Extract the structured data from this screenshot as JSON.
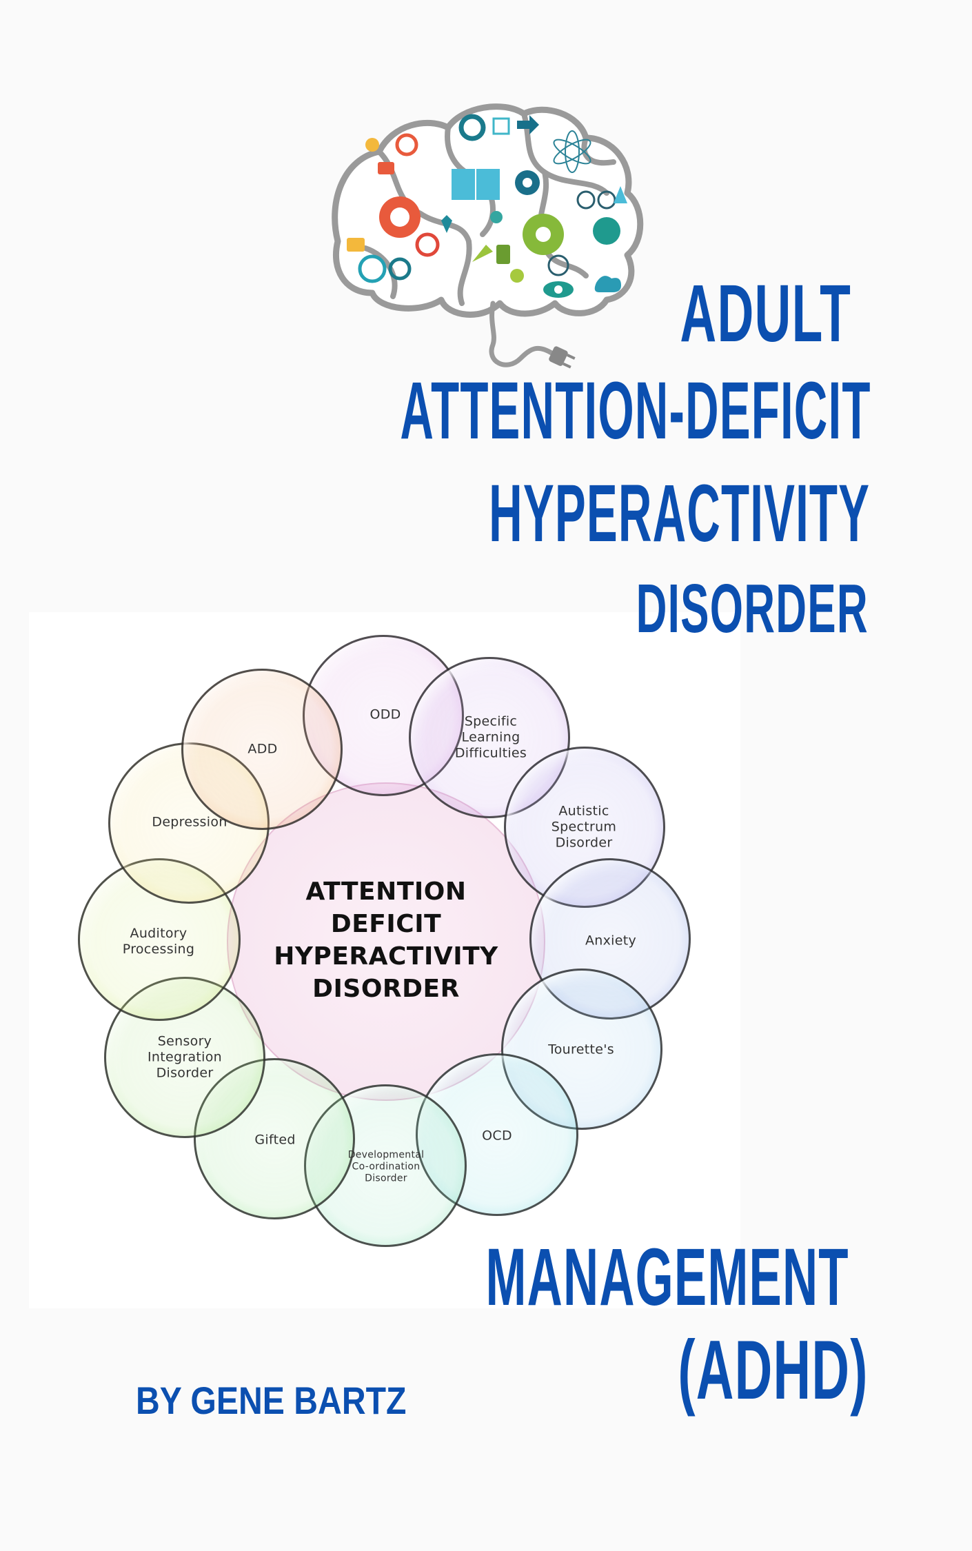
{
  "cover": {
    "background": "#fafafa",
    "accent_color": "#0b4fb0",
    "illustration": "brain-icons-illustration-with-plug",
    "title_lines": [
      "ADULT",
      "ATTENTION-DEFICIT",
      "HYPERACTIVITY",
      "DISORDER"
    ],
    "subtitle_lines": [
      "MANAGEMENT",
      "(ADHD)"
    ],
    "author": "BY GENE BARTZ"
  },
  "diagram": {
    "center_label_lines": [
      "ATTENTION",
      "DEFICIT",
      "HYPERACTIVITY",
      "DISORDER"
    ],
    "center_color": "#f8e6f1",
    "nodes": [
      {
        "id": "odd",
        "lines": [
          "ODD"
        ],
        "color": "#d99be0"
      },
      {
        "id": "sld",
        "lines": [
          "Specific",
          "Learning",
          "Difficulties"
        ],
        "color": "#c39be6"
      },
      {
        "id": "asd",
        "lines": [
          "Autistic",
          "Spectrum",
          "Disorder"
        ],
        "color": "#a59be6"
      },
      {
        "id": "anxiety",
        "lines": [
          "Anxiety"
        ],
        "color": "#8fa3e4"
      },
      {
        "id": "tourettes",
        "lines": [
          "Tourette's"
        ],
        "color": "#8fc4e8"
      },
      {
        "id": "ocd",
        "lines": [
          "OCD"
        ],
        "color": "#7fdbe0"
      },
      {
        "id": "dcd",
        "lines": [
          "Developmental",
          "Co-ordination",
          "Disorder"
        ],
        "color": "#86e0b4"
      },
      {
        "id": "gifted",
        "lines": [
          "Gifted"
        ],
        "color": "#8fe08a"
      },
      {
        "id": "sid",
        "lines": [
          "Sensory",
          "Integration",
          "Disorder"
        ],
        "color": "#a4e07d"
      },
      {
        "id": "auditory",
        "lines": [
          "Auditory",
          "Processing"
        ],
        "color": "#cfe877"
      },
      {
        "id": "depression",
        "lines": [
          "Depression"
        ],
        "color": "#f2df80"
      },
      {
        "id": "add",
        "lines": [
          "ADD"
        ],
        "color": "#f0a870"
      }
    ]
  }
}
